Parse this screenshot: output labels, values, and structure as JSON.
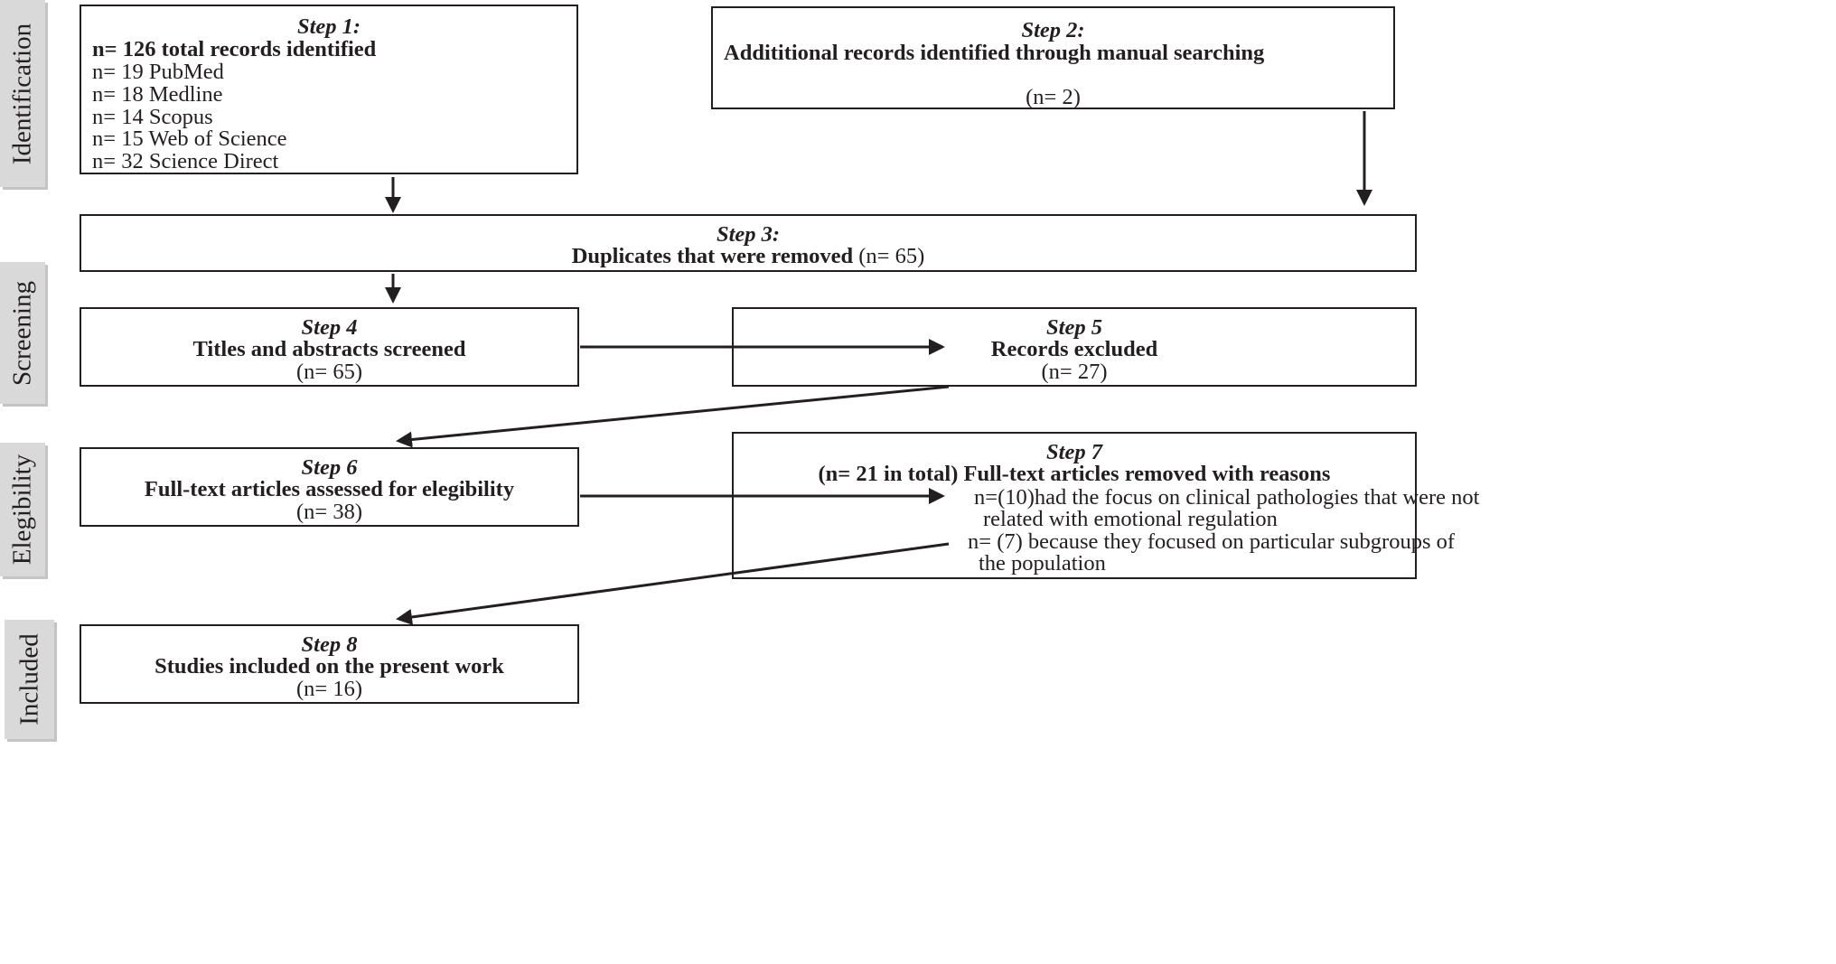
{
  "phases": {
    "identification": "Identification",
    "screening": "Screening",
    "eligibility": "Elegibility",
    "included": "Included"
  },
  "step1": {
    "title": "Step 1:",
    "total": "n= 126 total records identified",
    "sources": [
      "n= 19 PubMed",
      "n= 18 Medline",
      "n= 14 Scopus",
      "n= 15 Web of Science",
      "n= 32 Science Direct"
    ]
  },
  "step2": {
    "title": "Step 2:",
    "text": "Addititional records identified through manual searching",
    "count": "(n= 2)"
  },
  "step3": {
    "title": "Step 3:",
    "text": "Duplicates  that were removed",
    "count": "(n= 65)"
  },
  "step4": {
    "title": "Step 4",
    "text": "Titles and abstracts screened",
    "count": "(n= 65)"
  },
  "step5": {
    "title": "Step 5",
    "text": "Records excluded",
    "count": "(n= 27)"
  },
  "step6": {
    "title": "Step 6",
    "text": "Full-text articles assessed for elegibility",
    "count": "(n= 38)"
  },
  "step7": {
    "title": "Step 7",
    "text": "(n= 21 in total) Full-text articles removed with reasons",
    "reasons": [
      "n=(10)had the focus on clinical pathologies that were not",
      "related with emotional regulation",
      "n= (7) because they focused on particular subgroups of",
      "the population"
    ]
  },
  "step8": {
    "title": "Step 8",
    "text": "Studies included on the present work",
    "count": "(n= 16)"
  }
}
